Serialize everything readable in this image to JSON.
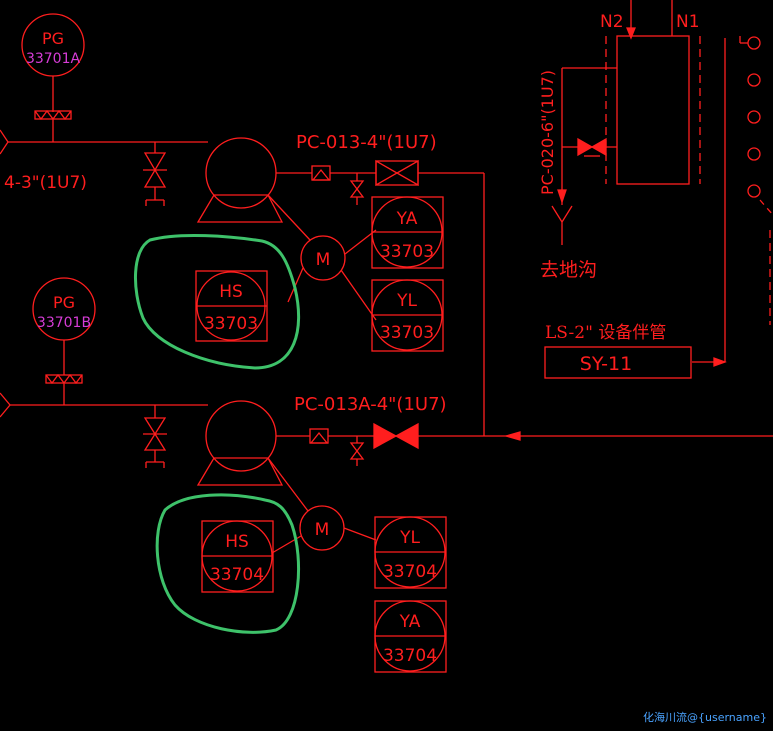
{
  "labels": {
    "n2": "N2",
    "n1": "N1",
    "pg_a_tag": "PG",
    "pg_a_num": "33701A",
    "pg_b_tag": "PG",
    "pg_b_num": "33701B",
    "line_left_top": "4-3\"(1U7)",
    "line_pc013": "PC-013-4\"(1U7)",
    "line_pc013a": "PC-013A-4\"(1U7)",
    "line_pc020": "PC-020-6\"(1U7)",
    "drain": "去地沟",
    "ls_line": "LS-2\" 设备伴管",
    "sy_box": "SY-11",
    "motor_top": "M",
    "motor_bottom": "M",
    "ya_top_tag": "YA",
    "ya_top_num": "33703",
    "yl_top_tag": "YL",
    "yl_top_num": "33703",
    "hs_top_tag": "HS",
    "hs_top_num": "33703",
    "hs_bottom_tag": "HS",
    "hs_bottom_num": "33704",
    "yl_bottom_tag": "YL",
    "yl_bottom_num": "33704",
    "ya_bottom_tag": "YA",
    "ya_bottom_num": "33704"
  },
  "watermark": "化海川流@{username}",
  "colors": {
    "background": "#000000",
    "line": "#ff1e1e",
    "gauge_text": "#d63cd6",
    "annotation": "#3ec26a",
    "watermark": "#4aa3ff"
  }
}
